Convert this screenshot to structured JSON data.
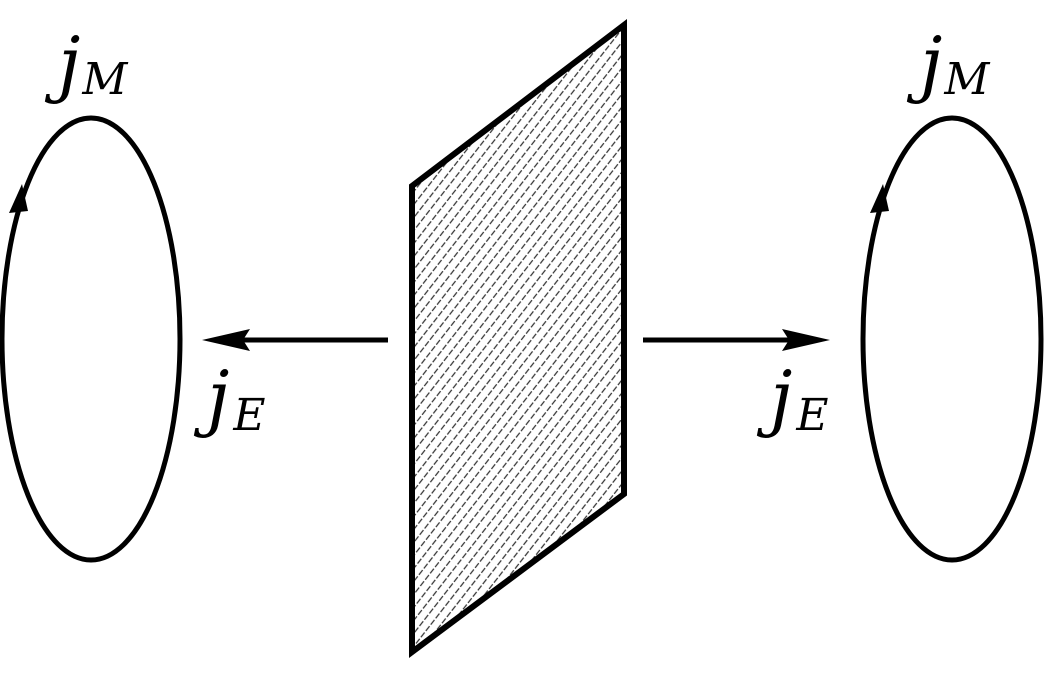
{
  "diagram": {
    "left_loop_label": {
      "main": "j",
      "sub": "M"
    },
    "right_loop_label": {
      "main": "j",
      "sub": "M"
    },
    "left_arrow_label": {
      "main": "j",
      "sub": "E"
    },
    "right_arrow_label": {
      "main": "j",
      "sub": "E"
    }
  }
}
